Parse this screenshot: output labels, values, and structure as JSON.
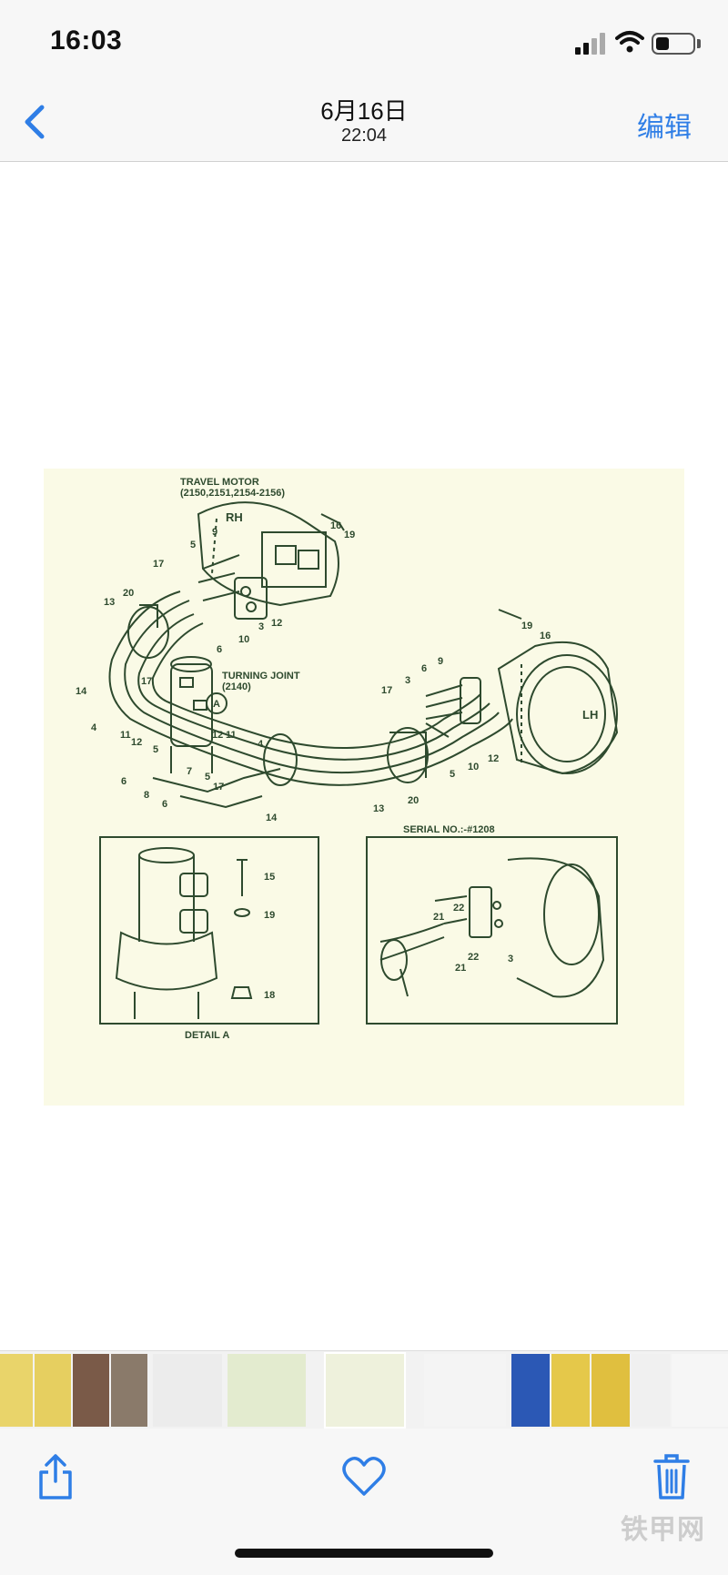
{
  "status_bar": {
    "time": "16:03"
  },
  "nav": {
    "title": "6月16日",
    "subtitle": "22:04",
    "edit_label": "编辑"
  },
  "drawing": {
    "heading_motor": "TRAVEL MOTOR",
    "heading_motor_models": "(2150,2151,2154-2156)",
    "label_rh": "RH",
    "label_lh": "LH",
    "heading_joint": "TURNING JOINT",
    "heading_joint_model": "(2140)",
    "label_a": "A",
    "heading_serial": "SERIAL NO.:-#1208",
    "heading_detail": "DETAIL A",
    "part_numbers": {
      "p3": "3",
      "p4": "4",
      "p5": "5",
      "p6": "6",
      "p7": "7",
      "p8": "8",
      "p9": "9",
      "p10": "10",
      "p11": "11",
      "p12": "12",
      "p13": "13",
      "p14": "14",
      "p15": "15",
      "p16": "16",
      "p17": "17",
      "p18": "18",
      "p19": "19",
      "p20": "20",
      "p21": "21",
      "p22": "22"
    }
  },
  "thumbnails": [
    {
      "name": "thumb-yellow-part-1",
      "color": "#e9d46a"
    },
    {
      "name": "thumb-yellow-part-2",
      "color": "#e6cf60"
    },
    {
      "name": "thumb-person-1",
      "color": "#7a5a48"
    },
    {
      "name": "thumb-person-2",
      "color": "#8a7a6a"
    },
    {
      "name": "thumb-document",
      "color": "#ececec"
    },
    {
      "name": "thumb-drawing-green",
      "color": "#e3ebcf"
    },
    {
      "name": "thumb-drawing-current",
      "color": "#eef1dc"
    },
    {
      "name": "thumb-parts-list",
      "color": "#f4f4f4"
    },
    {
      "name": "thumb-excavator-ad",
      "color": "#2b58b5"
    },
    {
      "name": "thumb-yellow-part-3",
      "color": "#e5c84a"
    },
    {
      "name": "thumb-yellow-part-4",
      "color": "#e0bf3f"
    },
    {
      "name": "thumb-document-2",
      "color": "#f0f0f0"
    },
    {
      "name": "thumb-sketch",
      "color": "#f6f6f6"
    }
  ],
  "watermark": "铁甲网",
  "colors": {
    "accent": "#2f7ee6",
    "drawing_bg": "#fafae6",
    "line": "#2e4a2e"
  }
}
